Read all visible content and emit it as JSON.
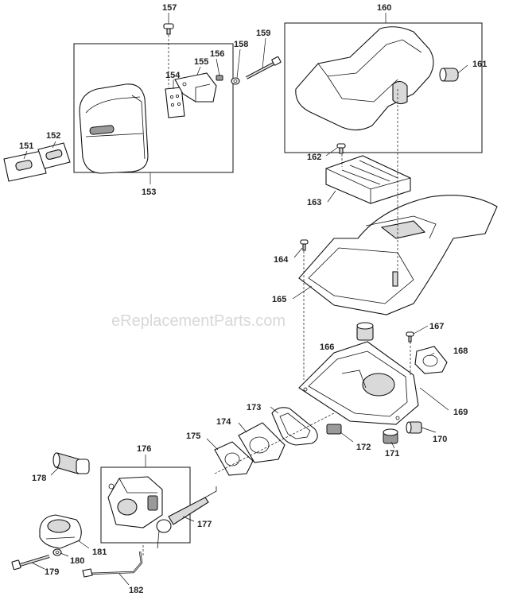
{
  "watermark": "eReplacementParts.com",
  "callouts": {
    "c151": "151",
    "c152": "152",
    "c153": "153",
    "c154": "154",
    "c155": "155",
    "c156": "156",
    "c157": "157",
    "c158": "158",
    "c159": "159",
    "c160": "160",
    "c161": "161",
    "c162": "162",
    "c163": "163",
    "c164": "164",
    "c165": "165",
    "c166": "166",
    "c167": "167",
    "c168": "168",
    "c169": "169",
    "c170": "170",
    "c171": "171",
    "c172": "172",
    "c173": "173",
    "c174": "174",
    "c175": "175",
    "c176": "176",
    "c177": "177",
    "c178": "178",
    "c179": "179",
    "c180": "180",
    "c181": "181",
    "c182": "182"
  }
}
